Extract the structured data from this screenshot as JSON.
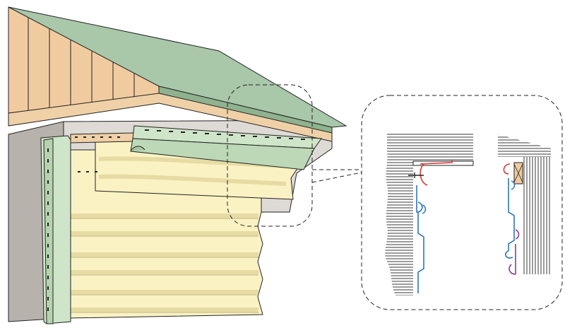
{
  "figure": {
    "kind": "siding installation illustration",
    "colors": {
      "siding": "#fbf2c4",
      "siding_edge": "#e6dba3",
      "trim": "#cfe5c9",
      "roof": "#a9c7a9",
      "gable": "#f1cba0",
      "fascia": "#efd0a7",
      "soffit_wall": "#dedad5",
      "shadow_wall": "#b7b2ab",
      "callout_red": "#d43a3a",
      "callout_blue": "#2f76b8",
      "callout_purple": "#8a3a9c",
      "line": "#222222"
    },
    "callout": {
      "style": "dashed magnified detail",
      "panels": 2
    }
  }
}
